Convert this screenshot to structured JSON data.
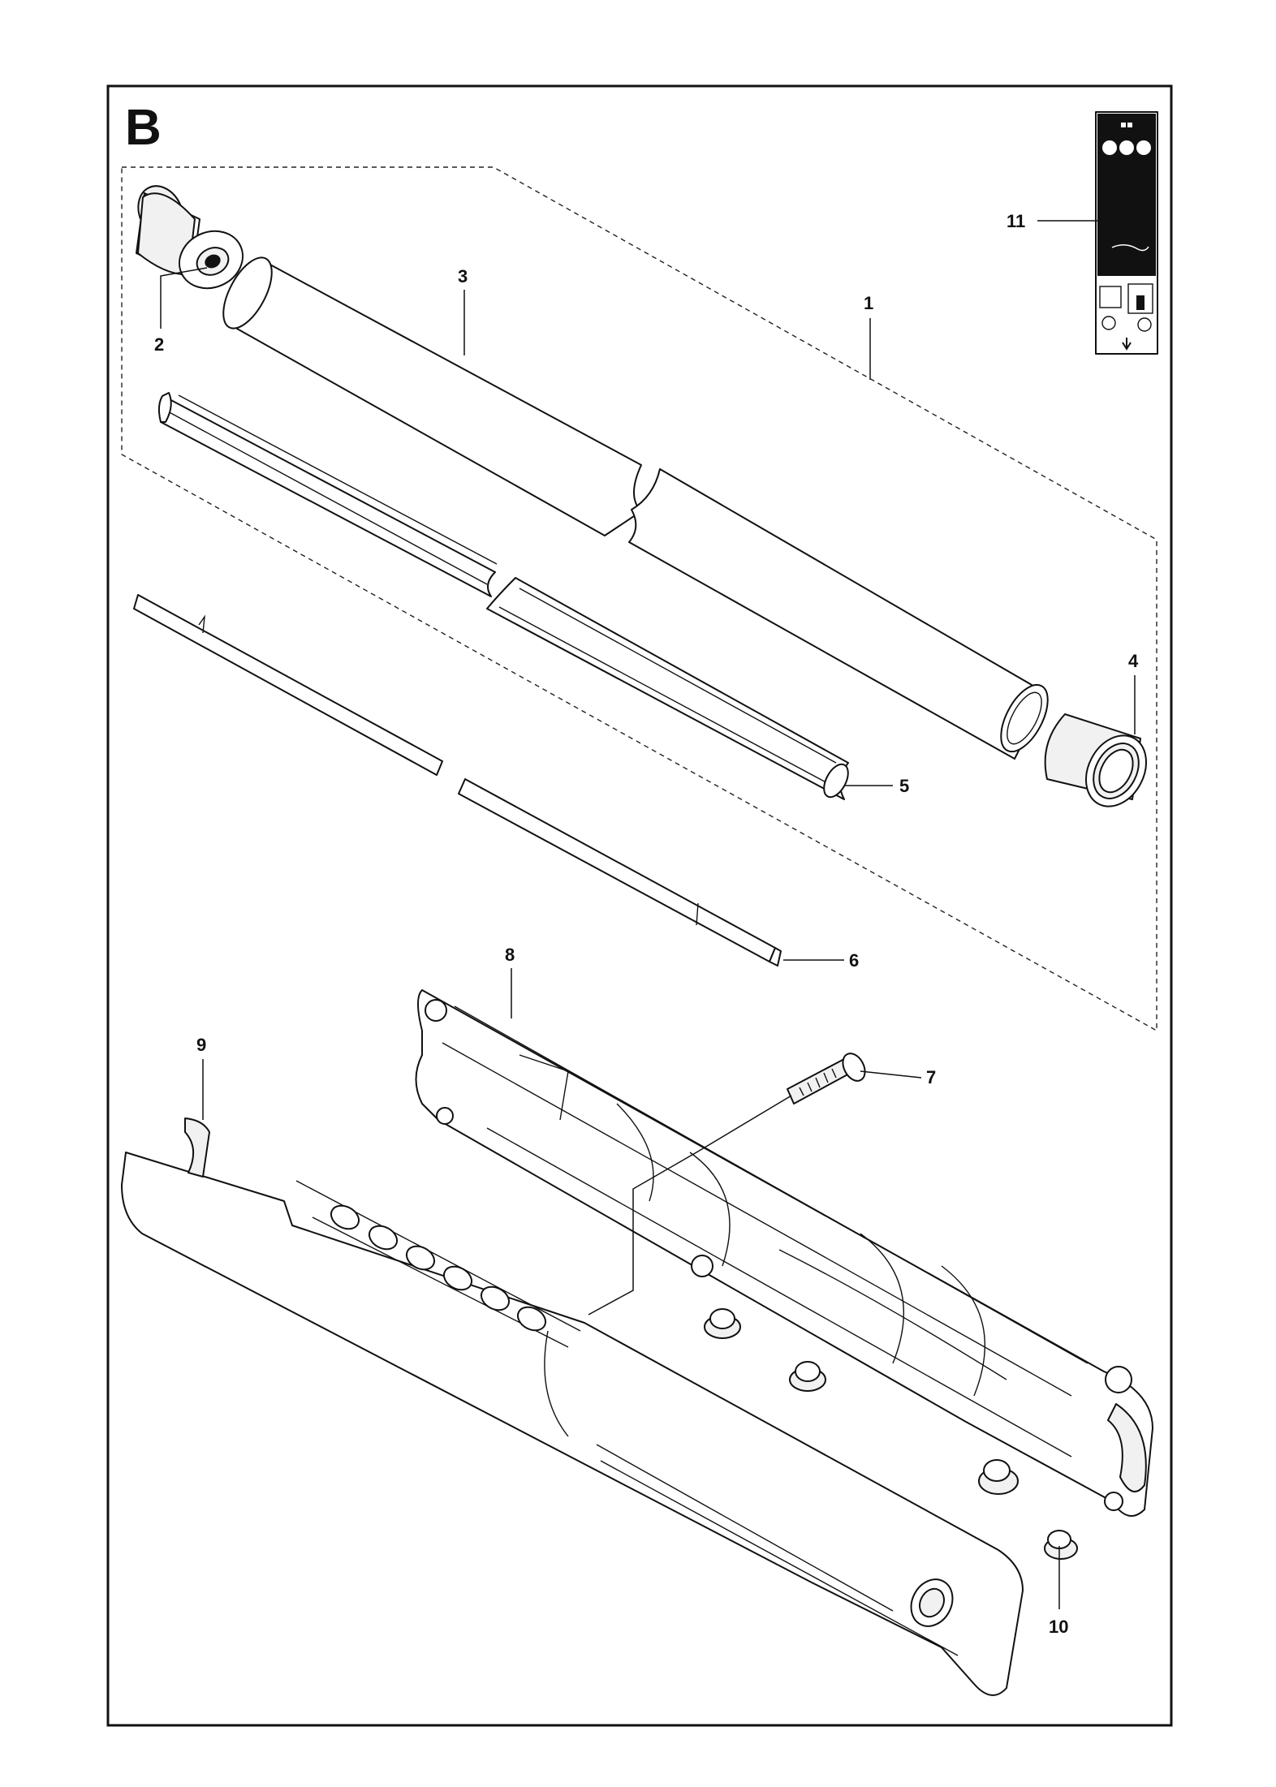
{
  "section_letter": "B",
  "callouts": [
    {
      "id": "1",
      "text": "1"
    },
    {
      "id": "2",
      "text": "2"
    },
    {
      "id": "3",
      "text": "3"
    },
    {
      "id": "4",
      "text": "4"
    },
    {
      "id": "5",
      "text": "5"
    },
    {
      "id": "6",
      "text": "6"
    },
    {
      "id": "7",
      "text": "7"
    },
    {
      "id": "8",
      "text": "8"
    },
    {
      "id": "9",
      "text": "9"
    },
    {
      "id": "10",
      "text": "10"
    },
    {
      "id": "11",
      "text": "11"
    }
  ]
}
